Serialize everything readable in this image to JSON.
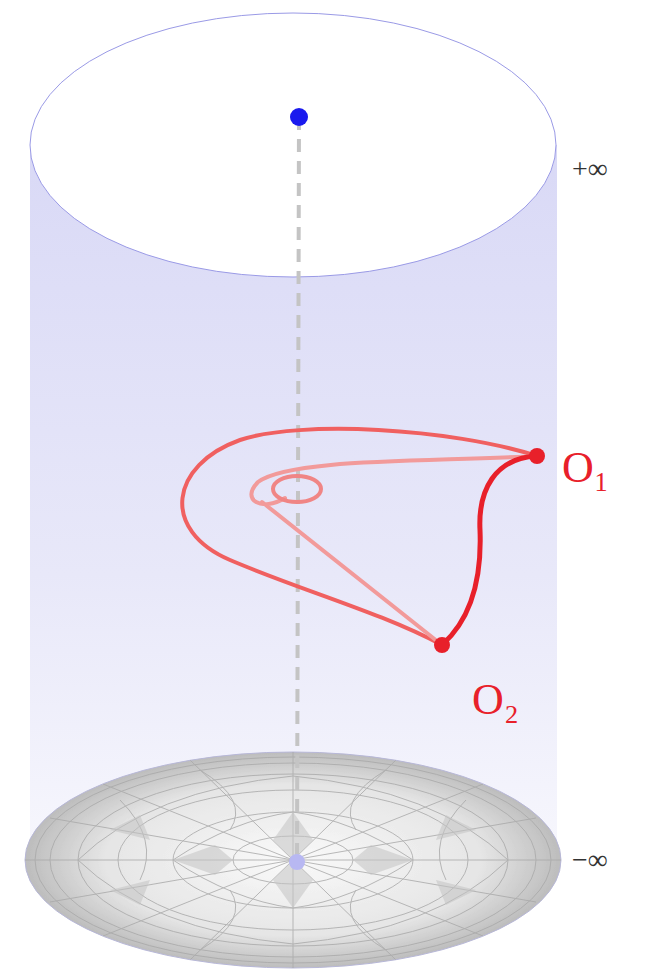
{
  "diagram": {
    "labels": [
      "+∞",
      "O₁",
      "O₂",
      "−∞"
    ]
  }
}
